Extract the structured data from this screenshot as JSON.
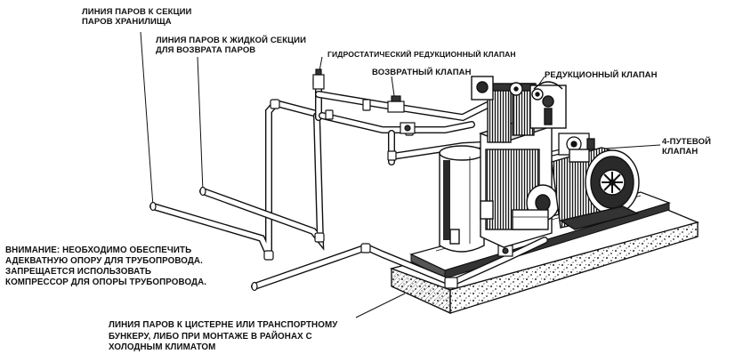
{
  "labels": {
    "vapor_storage": {
      "line1": "ЛИНИЯ ПАРОВ К СЕКЦИИ",
      "line2": "ПАРОВ ХРАНИЛИЩА"
    },
    "vapor_liquid_return": {
      "line1": "ЛИНИЯ ПАРОВ К ЖИДКОЙ СЕКЦИИ",
      "line2": "ДЛЯ ВОЗВРАТА ПАРОВ"
    },
    "hydrostatic_valve": "ГИДРОСТАТИЧЕСКИЙ РЕДУКЦИОННЫЙ КЛАПАН",
    "check_valve": "ВОЗВРАТНЫЙ КЛАПАН",
    "relief_valve": "РЕДУКЦИОННЫЙ КЛАПАН",
    "four_way_valve": {
      "line1": "4-ПУТЕВОЙ",
      "line2": "КЛАПАН"
    },
    "warning": {
      "line1": "ВНИМАНИЕ: НЕОБХОДИМО ОБЕСПЕЧИТЬ",
      "line2": "АДЕКВАТНУЮ ОПОРУ ДЛЯ ТРУБОПРОВОДА.",
      "line3": "ЗАПРЕЩАЕТСЯ ИСПОЛЬЗОВАТЬ",
      "line4": "КОМПРЕССОР ДЛЯ ОПОРЫ ТРУБОПРОВОДА."
    },
    "vapor_tank": {
      "line1": "ЛИНИЯ ПАРОВ К ЦИСТЕРНЕ ИЛИ ТРАНСПОРТНОМУ",
      "line2": "БУНКЕРУ, ЛИБО ПРИ МОНТАЖЕ В РАЙОНАХ С",
      "line3": "ХОЛОДНЫМ КЛИМАТОМ"
    }
  },
  "colors": {
    "ink": "#111111",
    "paper": "#ffffff",
    "shade": "#2a2a2a"
  }
}
